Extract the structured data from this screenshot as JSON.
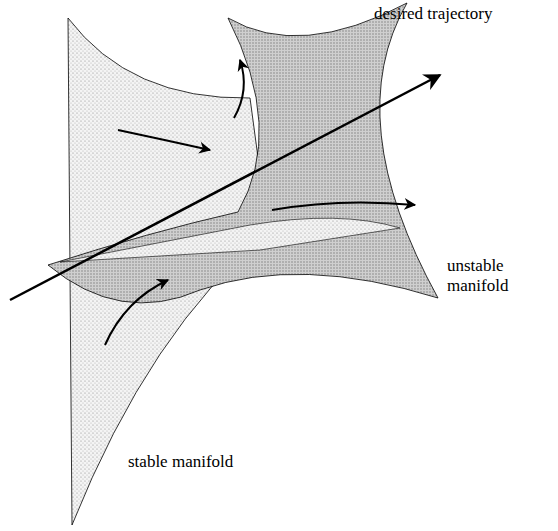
{
  "diagram": {
    "labels": [
      "desired trajectory",
      "unstable manifold",
      "stable manifold"
    ]
  }
}
